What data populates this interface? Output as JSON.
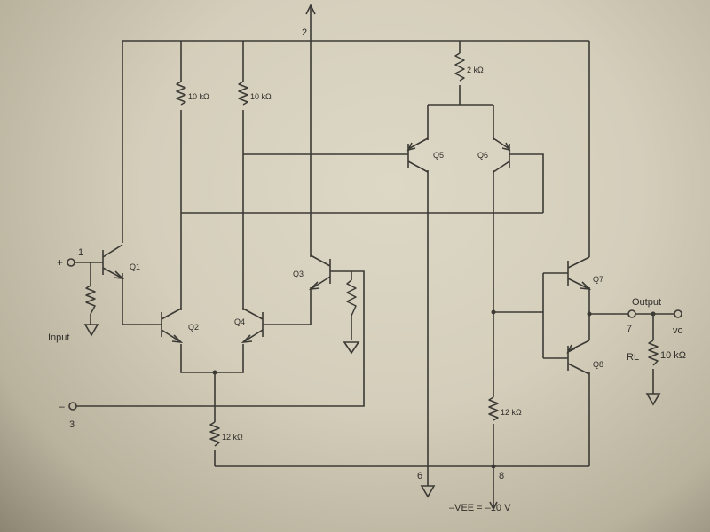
{
  "pins": {
    "p1": "1",
    "p2": "2",
    "p3": "3",
    "p6": "6",
    "p7": "7",
    "p8": "8",
    "plus": "+",
    "minus": "–"
  },
  "transistors": {
    "q1": "Q1",
    "q2": "Q2",
    "q3": "Q3",
    "q4": "Q4",
    "q5": "Q5",
    "q6": "Q6",
    "q7": "Q7",
    "q8": "Q8"
  },
  "resistors": {
    "r_10k_a": "10 kΩ",
    "r_10k_b": "10 kΩ",
    "r_2k": "2 kΩ",
    "r_12k_left": "12 kΩ",
    "r_12k_right": "12 kΩ",
    "r_load": "10 kΩ",
    "rl_label": "RL"
  },
  "labels": {
    "input": "Input",
    "output": "Output",
    "vo": "vo",
    "vee": "–VEE = –10 V"
  }
}
